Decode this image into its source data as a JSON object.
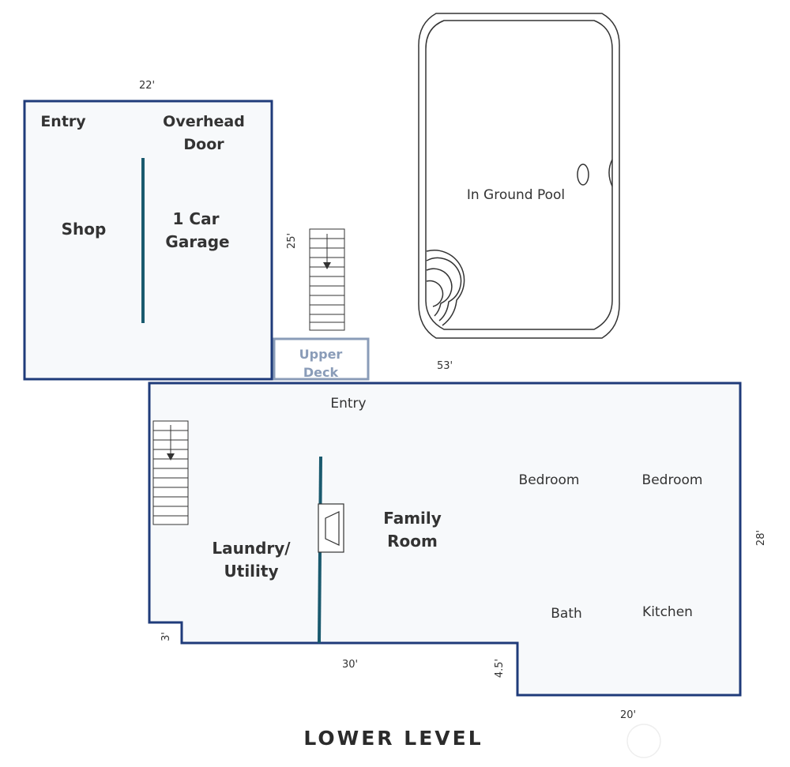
{
  "title": "LOWER LEVEL",
  "colors": {
    "wall": "#1f3b7a",
    "divider": "#1a5a6e",
    "deck_border": "#8a9cb8",
    "room_fill": "#f7f9fb",
    "text": "#333333"
  },
  "garage_block": {
    "dimension_top": "22'",
    "entry": "Entry",
    "overhead_door_1": "Overhead",
    "overhead_door_2": "Door",
    "shop": "Shop",
    "garage_1": "1 Car",
    "garage_2": "Garage"
  },
  "stairs_dimension": "25'",
  "upper_deck_1": "Upper",
  "upper_deck_2": "Deck",
  "pool": {
    "label": "In Ground Pool",
    "dimension": "53'"
  },
  "lower_block": {
    "entry": "Entry",
    "bedroom_1": "Bedroom",
    "bedroom_2": "Bedroom",
    "family_room_1": "Family",
    "family_room_2": "Room",
    "laundry_1": "Laundry/",
    "laundry_2": "Utility",
    "bath": "Bath",
    "kitchen": "Kitchen",
    "dim_right": "28'",
    "dim_notch": "3'",
    "dim_bottom": "30'",
    "dim_step": "4.5'",
    "dim_bottom_right": "20'"
  }
}
